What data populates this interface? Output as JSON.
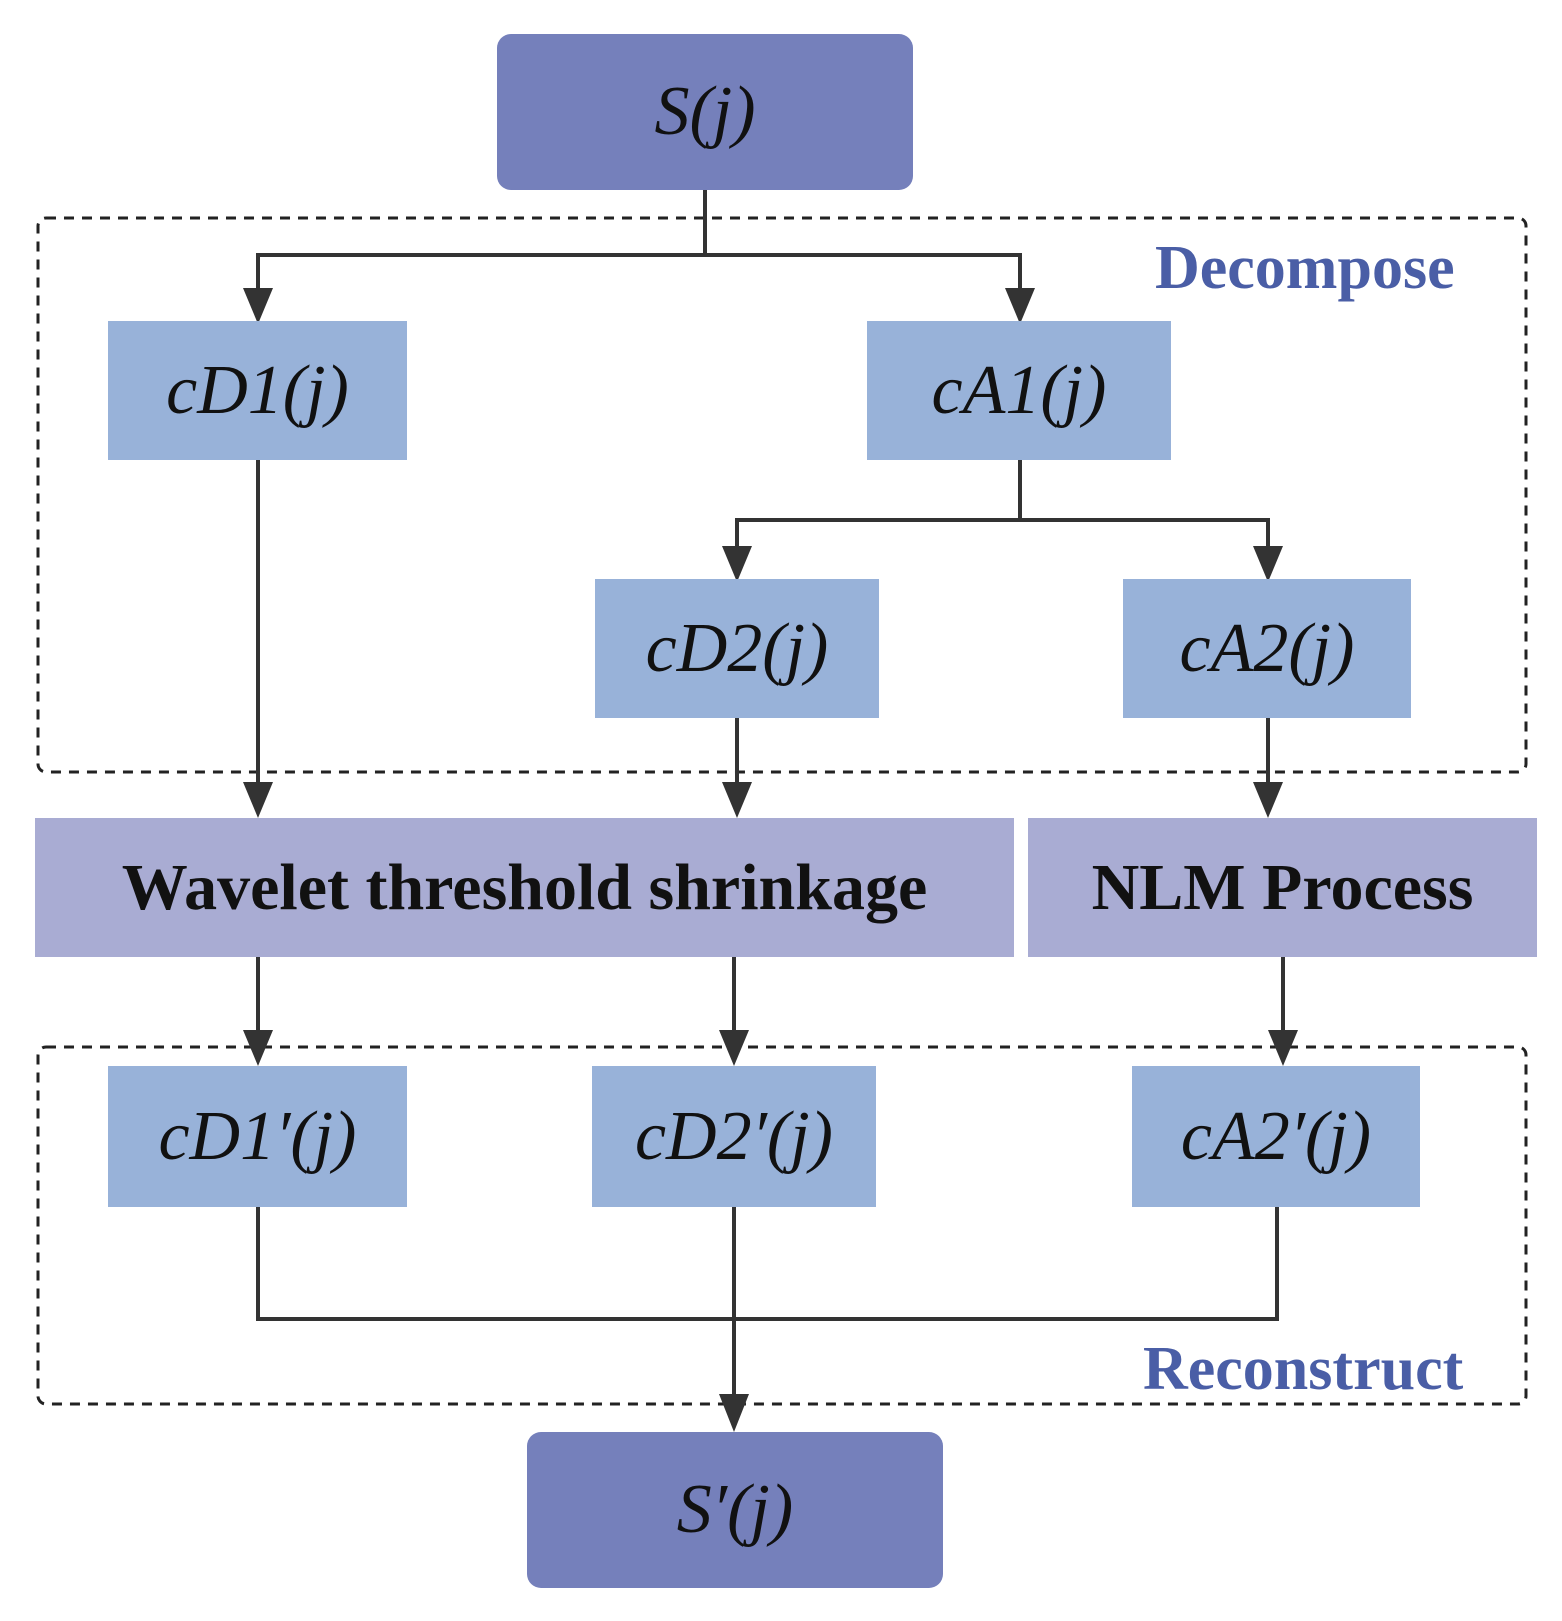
{
  "colors": {
    "endpoint": "#7580bb",
    "coefficient": "#98b2d9",
    "process": "#a9acd3",
    "line": "#333333",
    "region_label": "#4a5ea6"
  },
  "regions": {
    "decompose": "Decompose",
    "reconstruct": "Reconstruct"
  },
  "nodes": {
    "input": "S(j)",
    "cd1": "cD1(j)",
    "ca1": "cA1(j)",
    "cd2": "cD2(j)",
    "ca2": "cA2(j)",
    "wavelet": "Wavelet threshold shrinkage",
    "nlm": "NLM Process",
    "cd1p": "cD1′(j)",
    "cd2p": "cD2′(j)",
    "ca2p": "cA2′(j)",
    "output": "S′(j)"
  }
}
